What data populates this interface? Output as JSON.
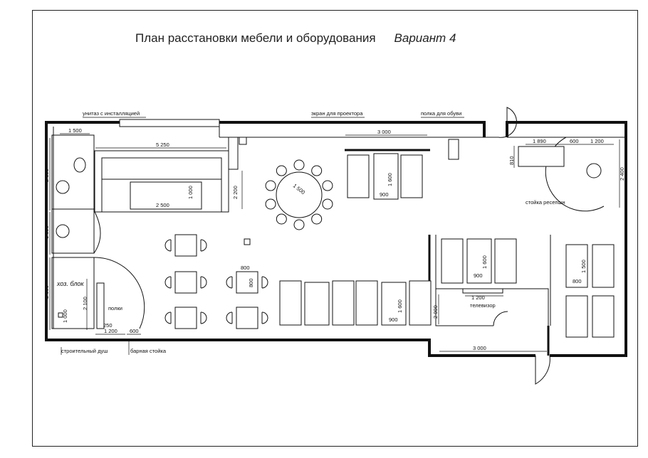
{
  "title": {
    "main": "План расстановки мебели и оборудования",
    "variant": "Вариант 4"
  },
  "labels": {
    "toilet": "унитаз с инсталляцией",
    "projector_screen": "экран для проектора",
    "shoe_shelf": "полка для обуви",
    "reception": "стойка ресепшн",
    "storage": "хоз. блок",
    "shelves": "полки",
    "tv": "телевизор",
    "shower": "строительный душ",
    "bar": "барная стойка"
  },
  "dimensions": {
    "d1500_top": "1 500",
    "d5250": "5 250",
    "d3000_top": "3 000",
    "d1890": "1 890",
    "d600_top": "600",
    "d1200_top": "1 200",
    "d810": "810",
    "d2400": "2 400",
    "d2600_left": "2 600",
    "d1690": "1 690",
    "d2600_store": "2 600",
    "d2100": "2 100",
    "d1000_small": "1 000",
    "d2200": "2 200",
    "d2500": "2 500",
    "d1000_sofa": "1 000",
    "d1500_round": "1 500",
    "d1600_top": "1 600",
    "d900_top": "900",
    "d800_tbl": "800",
    "d800_tbl2": "800",
    "d1600_mid": "1 600",
    "d900_mid": "900",
    "d1600_bot": "1 600",
    "d900_bot": "900",
    "d1500_right": "1 500",
    "d800_right": "800",
    "d1200_tv": "1 200",
    "d2000": "2 000",
    "d3000_bot": "3 000",
    "d250": "250",
    "d1200_bar": "1 200",
    "d600_bar": "600"
  }
}
